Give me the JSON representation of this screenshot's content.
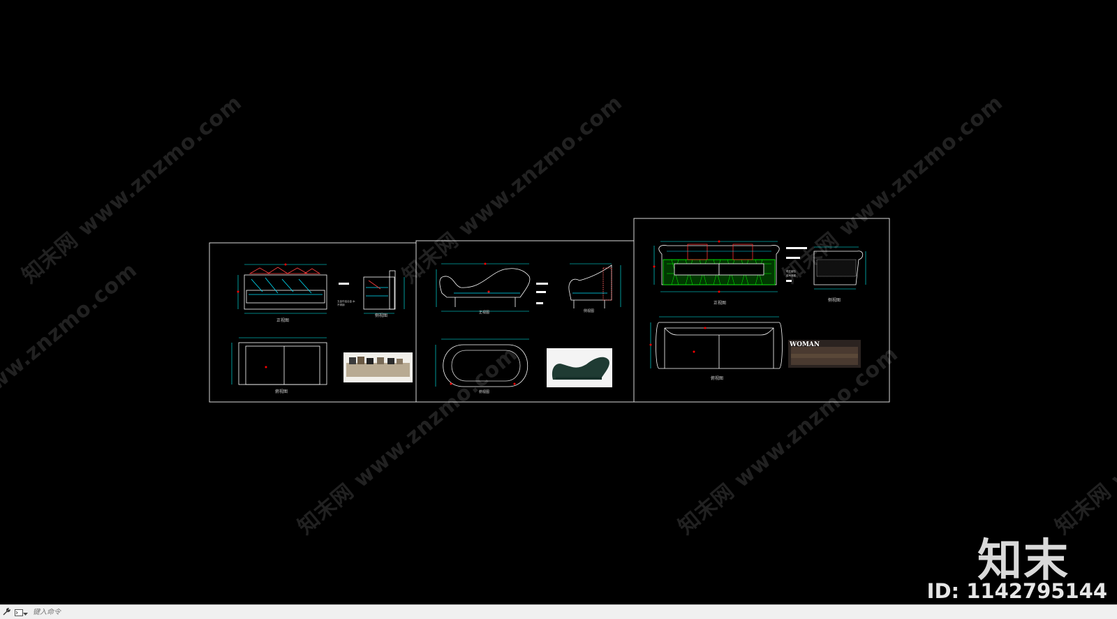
{
  "sheets": [
    {
      "front_label": "正视图",
      "side_label": "侧视图",
      "top_label": "俯视图",
      "notes": [
        "五金件铝合金·木",
        "不锈钢"
      ]
    },
    {
      "front_label": "正视图",
      "side_label": "侧视图",
      "top_label": "俯视图"
    },
    {
      "front_label": "正视图",
      "side_label": "侧视图",
      "top_label": "俯视图",
      "notes": [
        "布艺软包",
        "实木底框"
      ],
      "photo_caption": "WOMAN"
    }
  ],
  "watermarks": [
    "知末网 www.znzmo.com",
    "知末网 www.znzmo.com",
    "知末网 www.znzmo.com",
    "知末网 www.znzmo.com",
    "知末网 www.znzmo.com",
    "知末网 www.znzmo.com",
    "知末网 www.znzmo.com"
  ],
  "brand": {
    "logo_text": "知末",
    "id_text": "ID: 1142795144"
  },
  "command_line": {
    "placeholder": "键入命令"
  },
  "colors": {
    "background": "#000000",
    "line": "#ffffff",
    "cyan": "#00ffff",
    "red": "#ff0000",
    "green": "#00ff00"
  }
}
